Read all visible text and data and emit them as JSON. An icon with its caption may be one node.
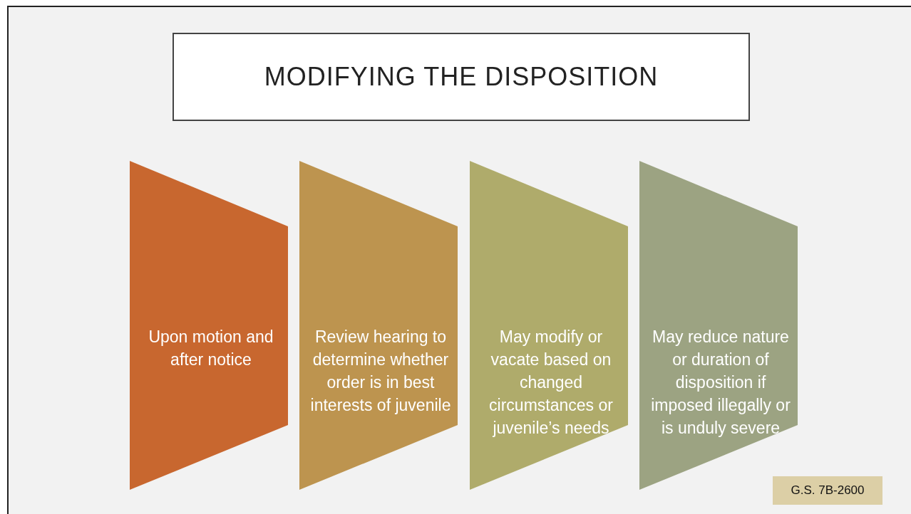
{
  "diagram": {
    "title": "MODIFYING THE DISPOSITION",
    "nodes": [
      {
        "text": [
          "Upon motion and after notice"
        ]
      },
      {
        "text": [
          "Review hearing to determine whether order is in best interests of juvenile"
        ]
      },
      {
        "text": [
          "May modify or vacate based on changed circumstances or juvenile’s needs"
        ]
      },
      {
        "text": [
          "May reduce nature or duration of disposition if imposed illegally or is unduly severe"
        ]
      }
    ],
    "labels": [
      "G.S. 7B-2600"
    ]
  }
}
